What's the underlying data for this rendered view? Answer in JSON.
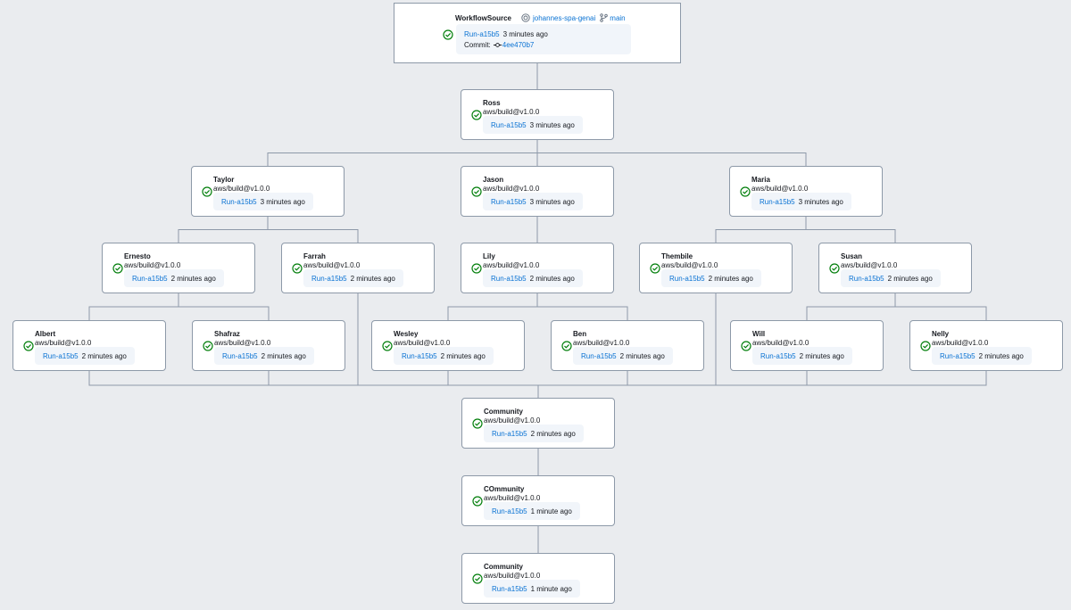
{
  "icons": {
    "status": "check-circle-icon",
    "repository": "repository-icon",
    "branch": "git-branch-icon",
    "commit": "git-commit-icon"
  },
  "colors": {
    "success": "#037f0c",
    "link": "#0972d3",
    "edge": "#8d99a8",
    "canvas": "#eaecef"
  },
  "source": {
    "title": "WorkflowSource",
    "repository": "johannes-spa-genai",
    "branch": "main",
    "run_id": "Run-a15b5",
    "run_time": "3 minutes ago",
    "commit_label": "Commit:",
    "commit_id": "4ee470b7"
  },
  "nodes": [
    {
      "id": "ross",
      "name": "Ross",
      "action": "aws/build@v1.0.0",
      "run_id": "Run-a15b5",
      "run_time": "3 minutes ago"
    },
    {
      "id": "taylor",
      "name": "Taylor",
      "action": "aws/build@v1.0.0",
      "run_id": "Run-a15b5",
      "run_time": "3 minutes ago"
    },
    {
      "id": "jason",
      "name": "Jason",
      "action": "aws/build@v1.0.0",
      "run_id": "Run-a15b5",
      "run_time": "3 minutes ago"
    },
    {
      "id": "maria",
      "name": "Maria",
      "action": "aws/build@v1.0.0",
      "run_id": "Run-a15b5",
      "run_time": "3 minutes ago"
    },
    {
      "id": "ernesto",
      "name": "Ernesto",
      "action": "aws/build@v1.0.0",
      "run_id": "Run-a15b5",
      "run_time": "2 minutes ago"
    },
    {
      "id": "farrah",
      "name": "Farrah",
      "action": "aws/build@v1.0.0",
      "run_id": "Run-a15b5",
      "run_time": "2 minutes ago"
    },
    {
      "id": "lily",
      "name": "Lily",
      "action": "aws/build@v1.0.0",
      "run_id": "Run-a15b5",
      "run_time": "2 minutes ago"
    },
    {
      "id": "thembile",
      "name": "Thembile",
      "action": "aws/build@v1.0.0",
      "run_id": "Run-a15b5",
      "run_time": "2 minutes ago"
    },
    {
      "id": "susan",
      "name": "Susan",
      "action": "aws/build@v1.0.0",
      "run_id": "Run-a15b5",
      "run_time": "2 minutes ago"
    },
    {
      "id": "albert",
      "name": "Albert",
      "action": "aws/build@v1.0.0",
      "run_id": "Run-a15b5",
      "run_time": "2 minutes ago"
    },
    {
      "id": "shafraz",
      "name": "Shafraz",
      "action": "aws/build@v1.0.0",
      "run_id": "Run-a15b5",
      "run_time": "2 minutes ago"
    },
    {
      "id": "wesley",
      "name": "Wesley",
      "action": "aws/build@v1.0.0",
      "run_id": "Run-a15b5",
      "run_time": "2 minutes ago"
    },
    {
      "id": "ben",
      "name": "Ben",
      "action": "aws/build@v1.0.0",
      "run_id": "Run-a15b5",
      "run_time": "2 minutes ago"
    },
    {
      "id": "will",
      "name": "Will",
      "action": "aws/build@v1.0.0",
      "run_id": "Run-a15b5",
      "run_time": "2 minutes ago"
    },
    {
      "id": "nelly",
      "name": "Nelly",
      "action": "aws/build@v1.0.0",
      "run_id": "Run-a15b5",
      "run_time": "2 minutes ago"
    },
    {
      "id": "community1",
      "name": "Community",
      "action": "aws/build@v1.0.0",
      "run_id": "Run-a15b5",
      "run_time": "2 minutes ago"
    },
    {
      "id": "community2",
      "name": "COmmunity",
      "action": "aws/build@v1.0.0",
      "run_id": "Run-a15b5",
      "run_time": "1 minute ago"
    },
    {
      "id": "community3",
      "name": "Community",
      "action": "aws/build@v1.0.0",
      "run_id": "Run-a15b5",
      "run_time": "1 minute ago"
    }
  ],
  "edges": [
    {
      "from": "source",
      "to": "ross"
    },
    {
      "from": "ross",
      "to": "taylor"
    },
    {
      "from": "ross",
      "to": "jason"
    },
    {
      "from": "ross",
      "to": "maria"
    },
    {
      "from": "taylor",
      "to": "ernesto"
    },
    {
      "from": "taylor",
      "to": "farrah"
    },
    {
      "from": "jason",
      "to": "lily"
    },
    {
      "from": "maria",
      "to": "thembile"
    },
    {
      "from": "maria",
      "to": "susan"
    },
    {
      "from": "ernesto",
      "to": "albert"
    },
    {
      "from": "ernesto",
      "to": "shafraz"
    },
    {
      "from": "lily",
      "to": "wesley"
    },
    {
      "from": "lily",
      "to": "ben"
    },
    {
      "from": "susan",
      "to": "will"
    },
    {
      "from": "susan",
      "to": "nelly"
    },
    {
      "from": "albert",
      "to": "community1"
    },
    {
      "from": "shafraz",
      "to": "community1"
    },
    {
      "from": "wesley",
      "to": "community1"
    },
    {
      "from": "ben",
      "to": "community1"
    },
    {
      "from": "will",
      "to": "community1"
    },
    {
      "from": "nelly",
      "to": "community1"
    },
    {
      "from": "farrah",
      "to": "community1"
    },
    {
      "from": "thembile",
      "to": "community1"
    },
    {
      "from": "community1",
      "to": "community2"
    },
    {
      "from": "community2",
      "to": "community3"
    }
  ]
}
